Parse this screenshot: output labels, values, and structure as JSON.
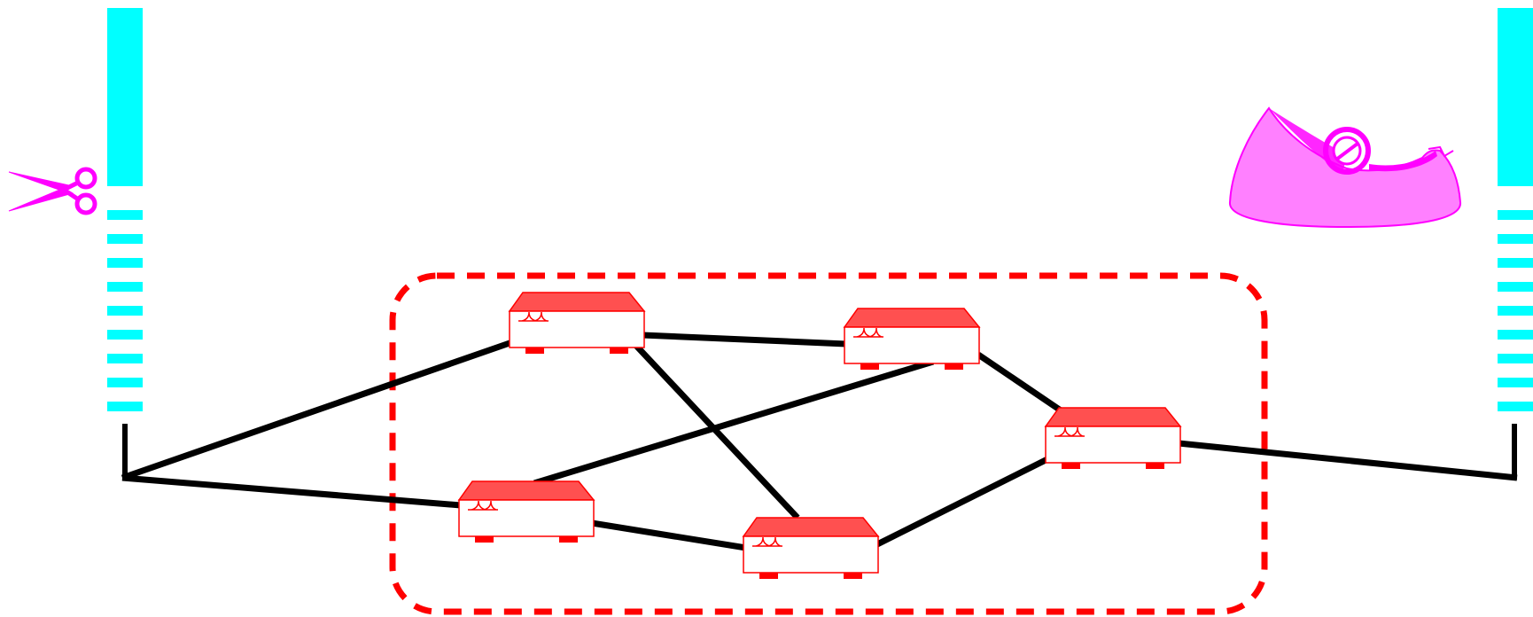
{
  "colors": {
    "background": "#ffffff",
    "link": "#000000",
    "cloud_border": "#ff0000",
    "router_top": "#ff5050",
    "router_border": "#ff0000",
    "router_body": "#ffffff",
    "wire": "#00ffff",
    "tool": "#ff00ff",
    "tape_body": "#ff80ff"
  },
  "icons": {
    "left_tool": "scissors-icon",
    "right_tool": "tape-dispenser-icon",
    "device": "router-icon"
  },
  "network": {
    "routers": [
      "r1",
      "r2",
      "r3",
      "r4",
      "r5"
    ],
    "links": [
      [
        "left-endpoint",
        "r1"
      ],
      [
        "left-endpoint",
        "r4"
      ],
      [
        "r1",
        "r2"
      ],
      [
        "r1",
        "r5"
      ],
      [
        "r2",
        "r3"
      ],
      [
        "r2",
        "r4"
      ],
      [
        "r4",
        "r5"
      ],
      [
        "r5",
        "r3"
      ],
      [
        "r3",
        "right-endpoint"
      ]
    ],
    "left_wire": "cut",
    "right_wire": "cut"
  }
}
